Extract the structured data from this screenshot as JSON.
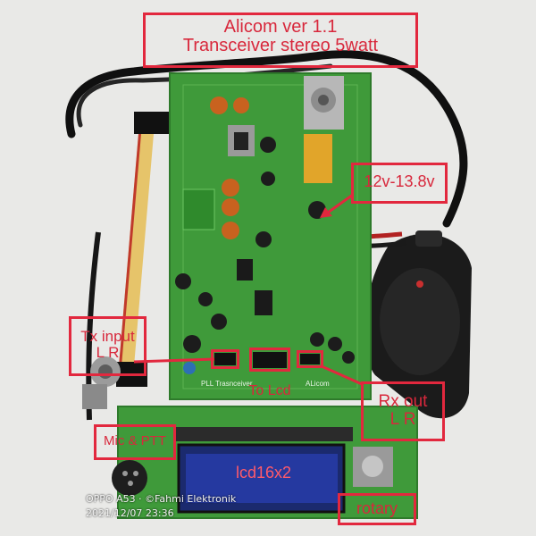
{
  "title": {
    "line1": "Alicom ver 1.1",
    "line2": "Transceiver stereo 5watt"
  },
  "labels": {
    "power": "12v-13.8v",
    "tx_input": "Tx input",
    "tx_input_lr": "L R",
    "to_lcd": "To Lcd",
    "rx_out": "Rx out",
    "rx_out_lr": "L R",
    "mic_ptt": "Mic & PTT",
    "lcd": "lcd16x2",
    "rotary": "rotary"
  },
  "board_text": {
    "pll": "PLL Trasnceiver",
    "brand": "ALicom"
  },
  "watermark": {
    "device": "OPPO A53 · ©Fahmi Elektronik",
    "timestamp": "2021/12/07 23:36"
  },
  "colors": {
    "annotation": "#e2283e",
    "pcb": "#3f9a3a",
    "background": "#e9e9e7"
  }
}
